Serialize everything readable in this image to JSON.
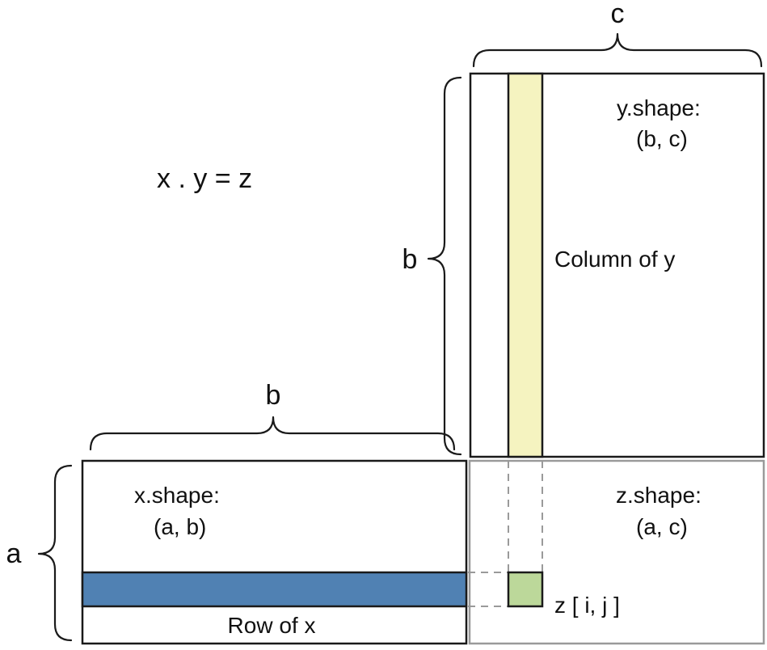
{
  "equation": "x . y = z",
  "matrix_y": {
    "shape_label": "y.shape:",
    "shape_value": "(b, c)",
    "column_label": "Column of y",
    "column_color": "#f5f3c0"
  },
  "matrix_x": {
    "shape_label": "x.shape:",
    "shape_value": "(a, b)",
    "row_label": "Row of x",
    "row_color": "#5081b3"
  },
  "matrix_z": {
    "shape_label": "z.shape:",
    "shape_value": "(a, c)",
    "cell_label": "z [ i,  j ]",
    "cell_color": "#bcd89a"
  },
  "dimensions": {
    "y_width": "c",
    "y_height": "b",
    "x_width": "b",
    "x_height": "a"
  }
}
